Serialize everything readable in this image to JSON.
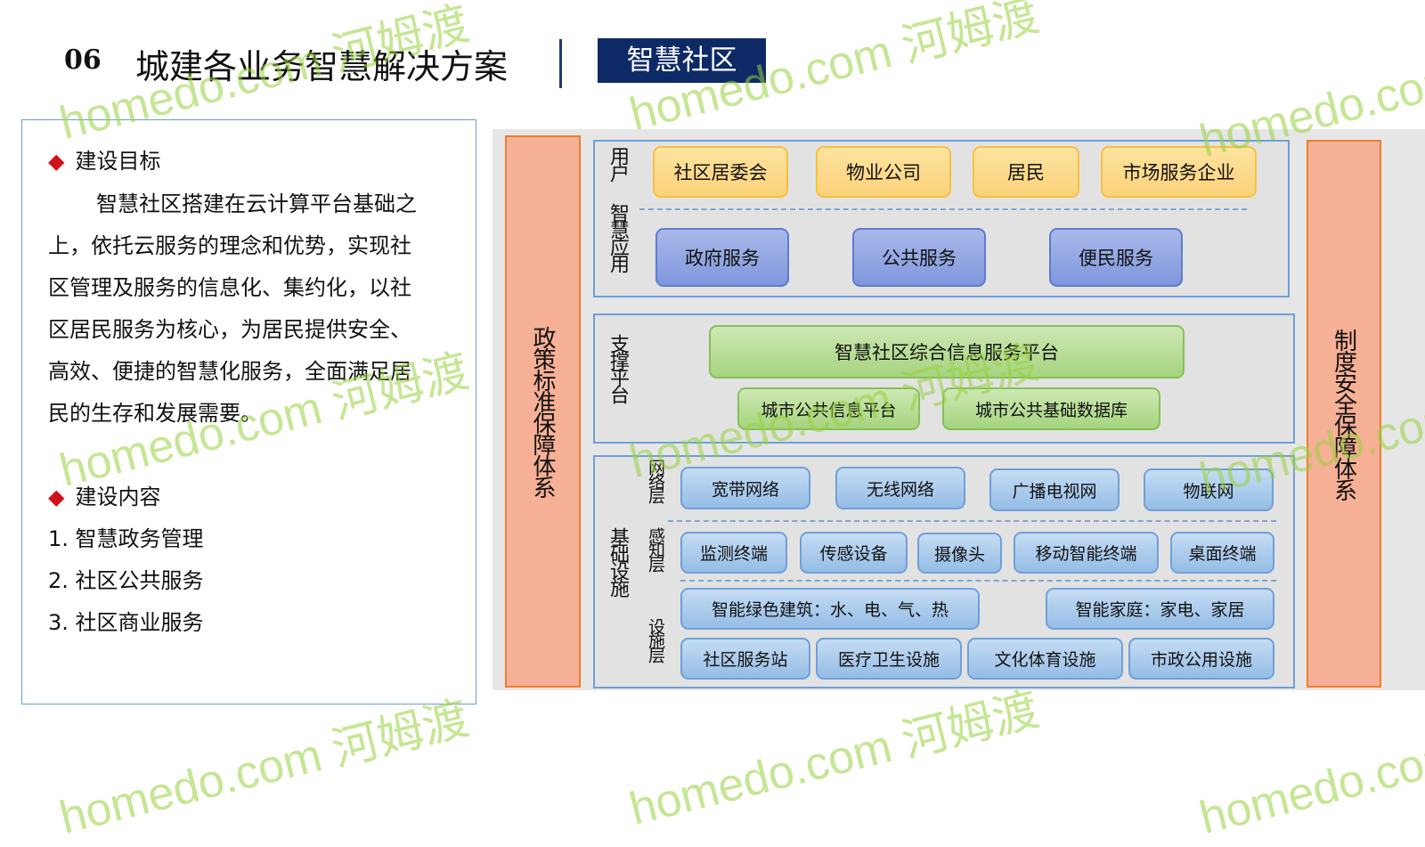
{
  "header": {
    "number": "06",
    "title": "城建各业务智慧解决方案",
    "tag": "智慧社区"
  },
  "left": {
    "goal_heading": "建设目标",
    "goal_lines": [
      "智慧社区搭建在云计算平台基础之",
      "上，依托云服务的理念和优势，实现社",
      "区管理及服务的信息化、集约化，以社",
      "区居民服务为核心，为居民提供安全、",
      "高效、便捷的智慧化服务，全面满足居",
      "民的生存和发展需要。"
    ],
    "content_heading": "建设内容",
    "content_items": [
      "1. 智慧政务管理",
      "2. 社区公共服务",
      "3. 社区商业服务"
    ]
  },
  "diagram": {
    "left_pillar": "政策标准保障体系",
    "right_pillar": "制度安全保障体系",
    "users_label": "用户",
    "users": [
      "社区居委会",
      "物业公司",
      "居民",
      "市场服务企业"
    ],
    "apps_label": "智慧应用",
    "apps": [
      "政府服务",
      "公共服务",
      "便民服务"
    ],
    "support_label": "支撑平台",
    "support_main": "智慧社区综合信息服务平台",
    "support_sub": [
      "城市公共信息平台",
      "城市公共基础数据库"
    ],
    "infra_label": "基础设施",
    "network_label": "网络层",
    "network": [
      "宽带网络",
      "无线网络",
      "广播电视网",
      "物联网"
    ],
    "sensing_label": "感知层",
    "sensing": [
      "监测终端",
      "传感设备",
      "摄像头",
      "移动智能终端",
      "桌面终端"
    ],
    "facility_label": "设施层",
    "facility_row1": [
      "智能绿色建筑：水、电、气、热",
      "智能家庭：家电、家居"
    ],
    "facility_row2": [
      "社区服务站",
      "医疗卫生设施",
      "文化体育设施",
      "市政公用设施"
    ]
  },
  "watermark": "homedo.com 河姆渡",
  "colors": {
    "navy": "#0e2a66",
    "orange": "#f6b095",
    "red": "#d0121b"
  }
}
